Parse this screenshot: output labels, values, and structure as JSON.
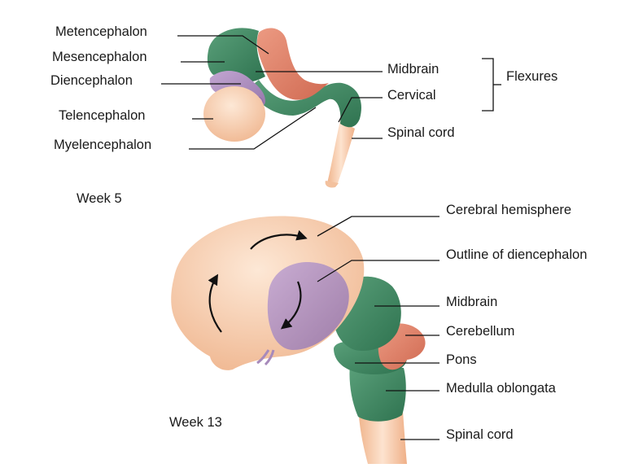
{
  "week5": {
    "caption": "Week 5",
    "labels": {
      "metencephalon": "Metencephalon",
      "mesencephalon": "Mesencephalon",
      "diencephalon": "Diencephalon",
      "telencephalon": "Telencephalon",
      "myelencephalon": "Myelencephalon",
      "midbrain": "Midbrain",
      "cervical": "Cervical",
      "spinal_cord": "Spinal cord"
    },
    "bracket_label": "Flexures"
  },
  "week13": {
    "caption": "Week 13",
    "labels": {
      "cerebral_hemisphere": "Cerebral hemisphere",
      "outline_diencephalon": "Outline of diencephalon",
      "midbrain": "Midbrain",
      "cerebellum": "Cerebellum",
      "pons": "Pons",
      "medulla": "Medulla oblongata",
      "spinal_cord": "Spinal cord"
    }
  },
  "colors": {
    "tissue_peach": "#f6c9a8",
    "green": "#3f8a62",
    "red": "#e07f66",
    "purple": "#a98bbb"
  }
}
